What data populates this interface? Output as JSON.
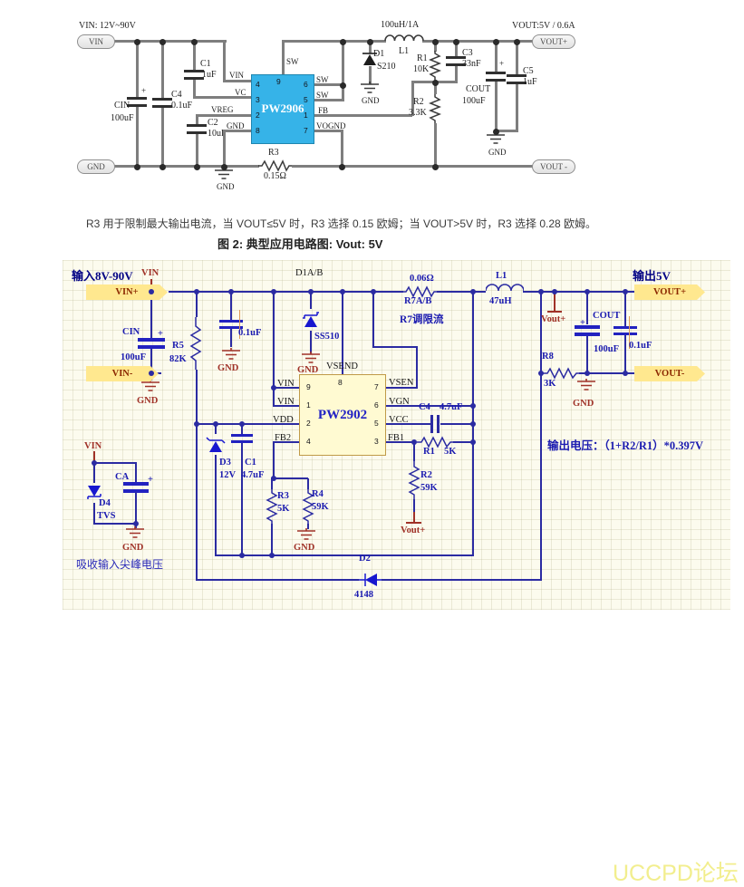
{
  "plus_sign": "+",
  "top_circuit": {
    "input_spec": "VIN: 12V~90V",
    "output_spec": "VOUT:5V / 0.6A",
    "ports": {
      "vin": "VIN",
      "gnd": "GND",
      "vout_pos": "VOUT+",
      "vout_neg": "VOUT -"
    },
    "chip": {
      "name": "PW2906",
      "pin_numbers": {
        "p4": "4",
        "p3": "3",
        "p2": "2",
        "p8": "8",
        "p9": "9",
        "p6": "6",
        "p5": "5",
        "p1": "1",
        "p7": "7"
      },
      "pin_labels": {
        "vin": "VIN",
        "vc": "VC",
        "vreg": "VREG",
        "gnd": "GND",
        "sw_top": "SW",
        "sw6": "SW",
        "sw5": "SW",
        "fb": "FB",
        "vogn": "VOGND"
      }
    },
    "components": {
      "cin": {
        "name": "CIN",
        "value": "100uF"
      },
      "c4": {
        "name": "C4",
        "value": "0.1uF"
      },
      "c1": {
        "name": "C1",
        "value": "1uF"
      },
      "c2": {
        "name": "C2",
        "value": "10uF"
      },
      "d1": {
        "name": "D1",
        "value": "S210"
      },
      "l1": {
        "name": "L1",
        "value": "100uH/1A"
      },
      "r1": {
        "name": "R1",
        "value": "10K"
      },
      "c3": {
        "name": "C3",
        "value": "33nF"
      },
      "r2": {
        "name": "R2",
        "value": "3.3K"
      },
      "r3": {
        "name": "R3",
        "value": "0.15Ω"
      },
      "cout": {
        "name": "COUT",
        "value": "100uF"
      },
      "c5": {
        "name": "C5",
        "value": "1uF"
      }
    },
    "gnd_label": "GND"
  },
  "middle": {
    "note": "R3 用于限制最大输出电流，当 VOUT≤5V 时，R3 选择 0.15 欧姆；当 VOUT>5V 时，R3 选择 0.28 欧姆。",
    "caption": "图 2: 典型应用电路图: Vout: 5V"
  },
  "bottom_circuit": {
    "input_title": "输入8V-90V",
    "output_title": "输出5V",
    "vin_net": "VIN",
    "vout_net": "Vout+",
    "gnd_label": "GND",
    "ports": {
      "vin_pos": "VIN+",
      "vin_neg": "VIN-",
      "vout_pos": "VOUT+",
      "vout_neg": "VOUT-"
    },
    "chip": {
      "name": "PW2902",
      "pin_numbers": {
        "p9": "9",
        "p1": "1",
        "p2": "2",
        "p4": "4",
        "p8": "8",
        "p7": "7",
        "p6": "6",
        "p5": "5",
        "p3": "3"
      },
      "pin_labels": {
        "vin9": "VIN",
        "vin1": "VIN",
        "vdd": "VDD",
        "fb2": "FB2",
        "vsend": "VSEND",
        "vsen": "VSEN",
        "vgn": "VGN",
        "vcc": "VCC",
        "fb1": "FB1"
      }
    },
    "components": {
      "cin": {
        "name": "CIN",
        "value": "100uF"
      },
      "r5": {
        "name": "R5",
        "value": "82K"
      },
      "cin_small": {
        "value": "0.1uF"
      },
      "d1ab": {
        "name": "D1A/B",
        "value": "SS510"
      },
      "r7": {
        "name": "R7A/B",
        "value": "0.06Ω",
        "note": "R7调限流"
      },
      "l1": {
        "name": "L1",
        "value": "47uH"
      },
      "c4": {
        "name": "C4",
        "value": "4.7uF"
      },
      "r1": {
        "name": "R1",
        "value": "5K"
      },
      "r2": {
        "name": "R2",
        "value": "59K"
      },
      "d3": {
        "name": "D3",
        "value": "12V"
      },
      "c1": {
        "name": "C1",
        "value": "4.7uF"
      },
      "r3": {
        "name": "R3",
        "value": "5K"
      },
      "r4": {
        "name": "R4",
        "value": "59K"
      },
      "d2": {
        "name": "D2",
        "value": "4148"
      },
      "ca": {
        "name": "CA"
      },
      "d4": {
        "name": "D4",
        "value": "TVS"
      },
      "cout": {
        "name": "COUT",
        "value": "100uF"
      },
      "cout_small": {
        "value": "0.1uF"
      },
      "r8": {
        "name": "R8",
        "value": "3K"
      }
    },
    "tvs_caption": "吸收输入尖峰电压",
    "formula": "输出电压：（1+R2/R1）*0.397V"
  },
  "watermark": "UCCPD论坛"
}
